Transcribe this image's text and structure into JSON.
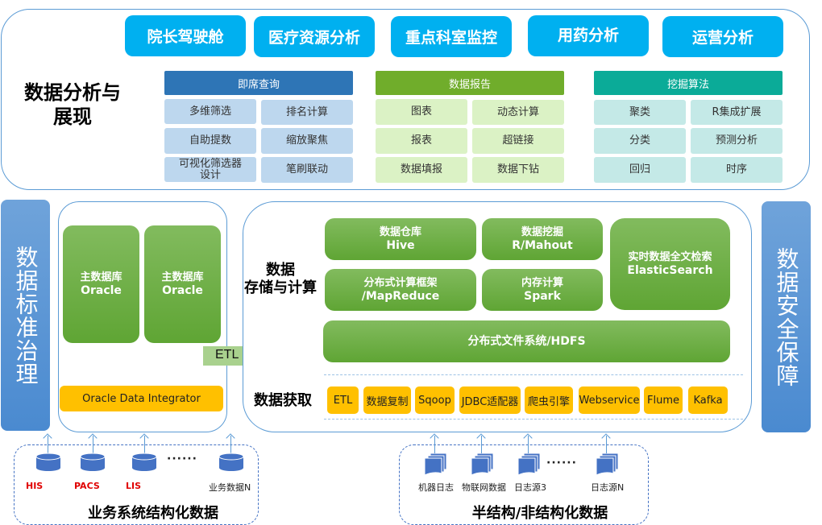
{
  "analysis": {
    "title_line1": "数据分析与",
    "title_line2": "展现",
    "top_buttons": [
      "院长驾驶舱",
      "医疗资源分析",
      "重点科室监控",
      "用药分析",
      "运营分析"
    ],
    "groups": [
      {
        "header": "即席查询",
        "cells": [
          "多维筛选",
          "排名计算",
          "自助提数",
          "缩放聚焦",
          "可视化筛选器设计",
          "笔刷联动"
        ]
      },
      {
        "header": "数据报告",
        "cells": [
          "图表",
          "动态计算",
          "报表",
          "超链接",
          "数据填报",
          "数据下钻"
        ]
      },
      {
        "header": "挖掘算法",
        "cells": [
          "聚类",
          "R集成扩展",
          "分类",
          "预测分析",
          "回归",
          "时序"
        ]
      }
    ]
  },
  "left_bar": "数据标准治理",
  "right_bar": "数据安全保障",
  "master_db": {
    "boxes": [
      {
        "line1": "主数据库",
        "line2": "Oracle"
      },
      {
        "line1": "主数据库",
        "line2": "Oracle"
      }
    ],
    "integrator": "Oracle Data Integrator"
  },
  "etl_arrow": "ETL",
  "storage": {
    "label_line1": "数据",
    "label_line2": "存储与计算",
    "boxes": [
      {
        "line1": "数据仓库",
        "line2": "Hive"
      },
      {
        "line1": "数据挖掘",
        "line2": "R/Mahout"
      },
      {
        "line1": "实时数据全文检索",
        "line2": "ElasticSearch"
      },
      {
        "line1": "分布式计算框架",
        "line2": "/MapReduce"
      },
      {
        "line1": "内存计算",
        "line2": "Spark"
      }
    ],
    "hdfs": "分布式文件系统/HDFS"
  },
  "acquisition": {
    "label": "数据获取",
    "tools": [
      "ETL",
      "数据复制",
      "Sqoop",
      "JDBC适配器",
      "爬虫引擎",
      "Webservice",
      "Flume",
      "Kafka"
    ]
  },
  "structured": {
    "title": "业务系统结构化数据",
    "sources": [
      "HIS",
      "PACS",
      "LIS",
      "业务数据N"
    ],
    "ellipsis": "······"
  },
  "unstructured": {
    "title": "半结构/非结构化数据",
    "sources": [
      "机器日志",
      "物联网数据",
      "日志源3",
      "日志源N"
    ],
    "ellipsis": "······"
  },
  "colors": {
    "top_button": "#00b0f0",
    "blue_header": "#2e75b6",
    "green_header": "#70ad2b",
    "teal_header": "#0bab98",
    "tool_yellow": "#ffc000",
    "box_green": "#6aac40",
    "side_blue": "#5b9bd5",
    "source_red": "#e00000"
  }
}
